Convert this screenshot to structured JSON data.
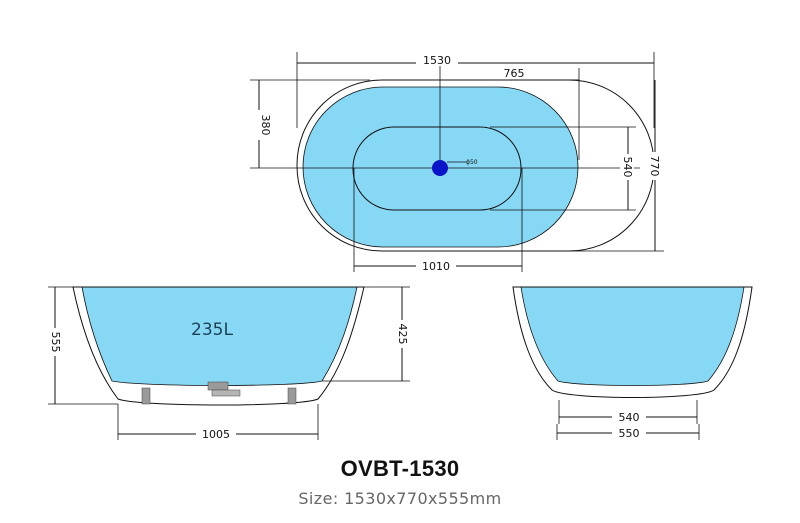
{
  "top_view": {
    "overall_length": "1530",
    "half_length": "765",
    "drain_offset": "380",
    "inner_width": "540",
    "overall_width": "770",
    "drain_label": "ϕ50",
    "inner_length": "1010"
  },
  "side_view": {
    "capacity": "235L",
    "overall_height": "555",
    "water_depth": "425",
    "base_length": "1005"
  },
  "end_view": {
    "base_inner_width": "540",
    "base_outer_width": "550"
  },
  "caption": {
    "model": "OVBT-1530",
    "size": "Size: 1530x770x555mm"
  },
  "colors": {
    "water": "#87d8f5",
    "drain": "#0a14c8"
  }
}
